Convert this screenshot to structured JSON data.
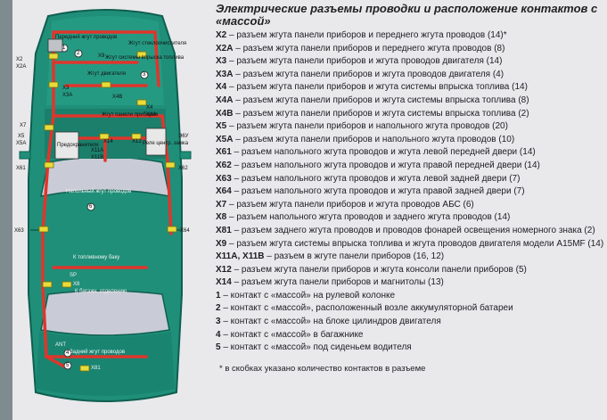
{
  "title": "Электрические разъемы проводки и расположение контактов с «массой»",
  "diagram_labels": {
    "front_harness": "Передний жгут проводов",
    "to_wiper": "Жгут стеклоочистителя",
    "engine_harness": "Жгут двигателя",
    "injection_harness": "Жгут системы впрыска топлива",
    "panel_harness": "Жгут панели приборов",
    "fuse_block": "Предохранители",
    "relay_block": "Реле центр. замка",
    "floor_harness": "Напольный жгут проводов",
    "to_fuel_tank": "К топливному баку",
    "to_trunk": "К багажн. отделению",
    "ant": "ANT",
    "rear_harness": "Задний жгут проводов",
    "x2": "X2",
    "x2a": "X2A",
    "x3": "X3",
    "x3a": "X3A",
    "x4": "X4",
    "x4a": "X4A",
    "x4b": "X4B",
    "x5": "X5",
    "x5a": "X5A",
    "x7": "X7",
    "x8": "X8",
    "x9": "X9",
    "x12": "X12",
    "x14": "X14",
    "x11a": "X11A",
    "x11b": "X11B",
    "x61": "X61",
    "x62": "X62",
    "x63": "X63",
    "x64": "X64",
    "x81": "X81",
    "sp": "SP",
    "x6y": "Э6У",
    "g1": "1",
    "g2": "2",
    "g3": "3",
    "g4": "4",
    "g5": "5",
    "g6": "6"
  },
  "legend": [
    {
      "code": "X2",
      "text": " – разъем жгута панели приборов и переднего жгута проводов (14)*"
    },
    {
      "code": "X2A",
      "text": " – разъем жгута панели приборов и переднего жгута проводов (8)"
    },
    {
      "code": "X3",
      "text": " – разъем жгута панели приборов и жгута проводов двигателя (14)"
    },
    {
      "code": "X3A",
      "text": " – разъем жгута панели приборов и жгута проводов двигателя (4)"
    },
    {
      "code": "X4",
      "text": " – разъем жгута панели приборов и жгута системы впрыска топлива (14)"
    },
    {
      "code": "X4A",
      "text": " – разъем жгута панели приборов и жгута системы впрыска топлива (8)"
    },
    {
      "code": "X4B",
      "text": " – разъем жгута панели приборов и жгута системы впрыска топлива (2)"
    },
    {
      "code": "X5",
      "text": " – разъем жгута панели приборов и напольного жгута проводов (20)"
    },
    {
      "code": "X5A",
      "text": " – разъем жгута панели приборов и напольного жгута проводов (10)"
    },
    {
      "code": "X61",
      "text": " – разъем напольного жгута проводов и жгута левой передней двери (14)"
    },
    {
      "code": "X62",
      "text": " – разъем напольного жгута проводов и жгута правой передней двери (14)"
    },
    {
      "code": "X63",
      "text": " – разъем напольного жгута проводов и жгута левой задней двери (7)"
    },
    {
      "code": "X64",
      "text": " – разъем напольного жгута проводов и жгута правой задней двери (7)"
    },
    {
      "code": "X7",
      "text": " – разъем жгута панели приборов и жгута проводов АБС (6)"
    },
    {
      "code": "X8",
      "text": " – разъем напольного жгута проводов и заднего жгута проводов (14)"
    },
    {
      "code": "X81",
      "text": " – разъем заднего жгута проводов и проводов фонарей освещения номерного знака (2)"
    },
    {
      "code": "X9",
      "text": " – разъем жгута системы впрыска топлива и жгута проводов двигателя модели A15MF (14)"
    },
    {
      "code": "X11A, X11B",
      "text": " – разъем в жгуте панели приборов (16, 12)"
    },
    {
      "code": "X12",
      "text": " – разъем жгута панели приборов и жгута консоли панели приборов (5)"
    },
    {
      "code": "X14",
      "text": " – разъем жгута панели приборов и магнитолы (13)"
    },
    {
      "code": "1",
      "text": " – контакт с «массой» на рулевой колонке"
    },
    {
      "code": "2",
      "text": " – контакт с «массой», расположенный возле аккумуляторной батареи"
    },
    {
      "code": "3",
      "text": " – контакт с «массой» на блоке цилиндров двигателя"
    },
    {
      "code": "4",
      "text": " – контакт с «массой» в багажнике"
    },
    {
      "code": "5",
      "text": " – контакт с «массой» под сиденьем водителя"
    }
  ],
  "note": "* в скобках указано количество контактов в разъеме",
  "colors": {
    "car_body": "#1f8f79",
    "car_dark": "#0f5f50",
    "glass": "#c9ccd6",
    "harness": "#e0352c",
    "connector": "#e9dc3a"
  }
}
